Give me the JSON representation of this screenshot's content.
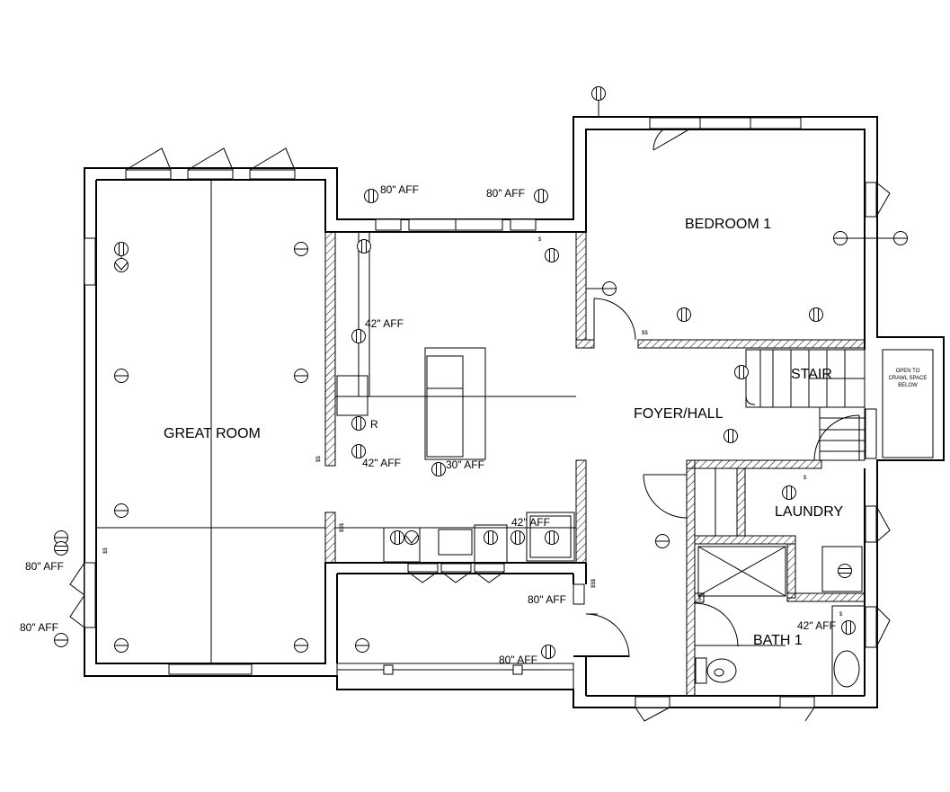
{
  "rooms": {
    "great_room": "GREAT ROOM",
    "bedroom1": "BEDROOM 1",
    "stair": "STAIR",
    "foyer_hall": "FOYER/HALL",
    "laundry": "LAUNDRY",
    "bath1": "BATH 1"
  },
  "crawl_note": [
    "OPEN TO",
    "CRAWL SPACE",
    "BELOW"
  ],
  "annotations": {
    "aff_80_top_left": "80\" AFF",
    "aff_80_top_right": "80\" AFF",
    "aff_42_kitchen_upper": "42\" AFF",
    "aff_42_kitchen_lower": "42\" AFF",
    "aff_30_island": "30\" AFF",
    "aff_42_sink": "42\" AFF",
    "aff_80_left_upper": "80\" AFF",
    "aff_80_left_lower": "80\" AFF",
    "aff_80_mudroom": "80\" AFF",
    "aff_80_porch": "80\" AFF",
    "aff_42_bath": "42\" AFF",
    "refrigerator_mark": "R"
  },
  "switch_marks": [
    "$",
    "$$",
    "$$$"
  ]
}
